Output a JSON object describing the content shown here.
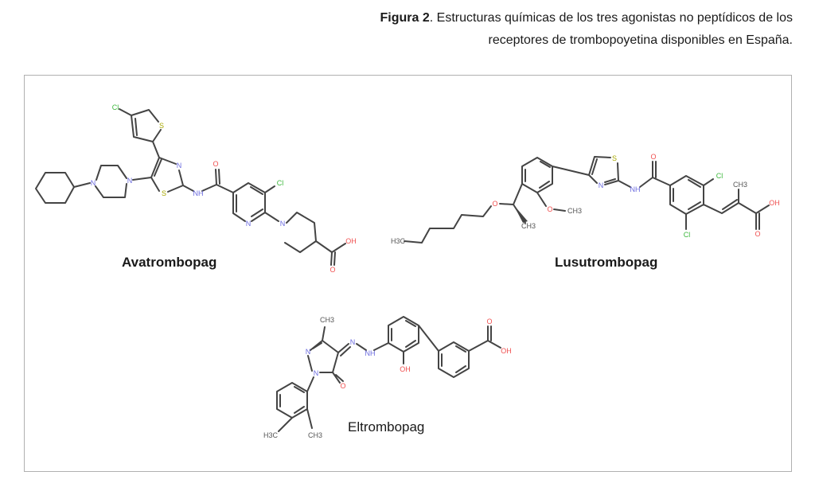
{
  "caption": {
    "label": "Figura 2",
    "text_line1": ". Estructuras químicas de los tres agonistas no peptídicos de los",
    "text_line2": "receptores de trombopoyetina disponibles en España."
  },
  "compounds": [
    {
      "name": "Avatrombopag",
      "atoms": [
        "Cl",
        "S",
        "N",
        "S",
        "N",
        "N",
        "NH",
        "O",
        "Cl",
        "N",
        "N",
        "OH",
        "O"
      ]
    },
    {
      "name": "Lusutrombopag",
      "atoms": [
        "H3C",
        "O",
        "CH3",
        "O",
        "CH3",
        "S",
        "N",
        "NH",
        "O",
        "Cl",
        "Cl",
        "CH3",
        "OH",
        "O"
      ]
    },
    {
      "name": "Eltrombopag",
      "atoms": [
        "CH3",
        "N",
        "N",
        "O",
        "N",
        "NH",
        "OH",
        "O",
        "OH",
        "H3C",
        "CH3"
      ]
    }
  ]
}
